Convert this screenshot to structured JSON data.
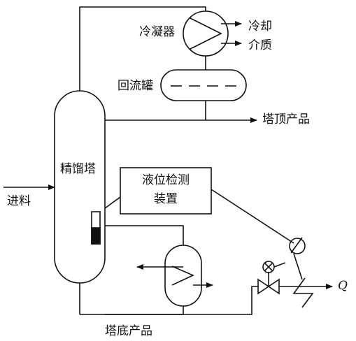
{
  "labels": {
    "condenser": "冷凝器",
    "coolant_line1": "冷却",
    "coolant_line2": "介质",
    "reflux_drum": "回流罐",
    "top_product": "塔顶产品",
    "column": "精馏塔",
    "feed": "进料",
    "level_device_line1": "液位检测",
    "level_device_line2": "装置",
    "bottom_product": "塔底产品",
    "flow_q": "Q"
  },
  "colors": {
    "line": "#111111",
    "background": "#ffffff"
  }
}
